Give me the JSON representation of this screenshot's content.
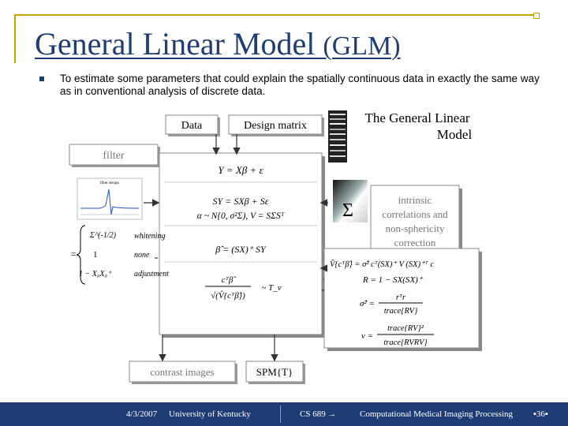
{
  "slide": {
    "title_main": "General Linear Model ",
    "title_paren": "(GLM)",
    "bullet": "To estimate some parameters that could explain the spatially continuous data in exactly the same way as in conventional analysis of discrete data."
  },
  "diagram": {
    "box_data": "Data",
    "box_design": "Design matrix",
    "box_filter": "filter",
    "box_contrast": "contrast images",
    "box_spm": "SPM{T}",
    "heading_line1": "The General Linear",
    "heading_line2": "Model",
    "eq_y": "Y = Xβ + ε",
    "eq_sy": "SY = SXβ + Sε",
    "eq_alpha": "α ~ N{0, σ²Σ),  V = SΣSᵀ",
    "eq_beta": "β̂ = (SX)⁺ SY",
    "eq_t_num": "cᵀβ̂",
    "eq_t_den": "√(V̂{cᵀβ̂})",
    "eq_t_rhs": "~ T_ν",
    "sigma_symbol": "Σ",
    "intrinsic_1": "intrinsic",
    "intrinsic_2": "correlations and",
    "intrinsic_3": "non-sphericity",
    "intrinsic_4": "correction",
    "s_label": "S =",
    "s_row1": "Σ^(-1/2)",
    "s_row1_word": "whitening",
    "s_row2": "1",
    "s_row2_word": "none",
    "s_row3": "1 − X₀X₀⁺",
    "s_row3_word": "adjustment",
    "filter_plot_title": "filter design",
    "eq_v": "V̂{cᵀβ̂} = σ̂² cᵀ(SX)⁺ V (SX)⁺ᵀ c",
    "eq_r": "R = 1 − SX(SX)⁺",
    "eq_sigma_num": "rᵀr",
    "eq_sigma_den": "trace{RV}",
    "eq_sigma_lhs": "σ̂² =",
    "eq_nu_num": "trace{RV}²",
    "eq_nu_den": "trace{RVRV}",
    "eq_nu_lhs": "ν ="
  },
  "footer": {
    "date": "4/3/2007",
    "org": "University of Kentucky",
    "course": "CS 689 →",
    "topic": "Computational Medical Imaging Processing",
    "page": "▪36▪"
  },
  "colors": {
    "title": "#1f3d75",
    "accent_rule": "#c9a200",
    "footer_bg": "#1f3d75"
  }
}
